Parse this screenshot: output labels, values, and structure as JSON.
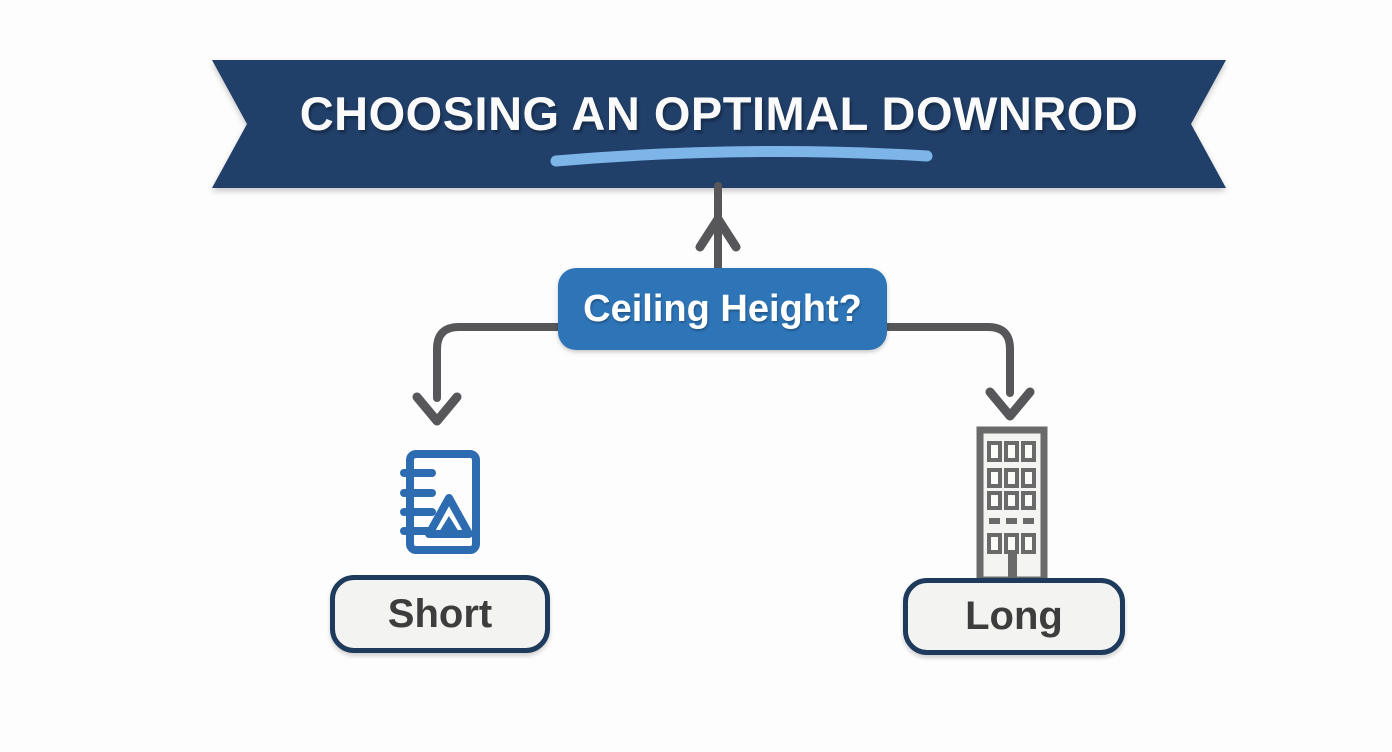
{
  "banner": {
    "title": "CHOOSING AN OPTIMAL DOWNROD"
  },
  "decision_node": {
    "label": "Ceiling Height?"
  },
  "branch_left": {
    "label": "Short",
    "icon": "ruler-warning-icon"
  },
  "branch_right": {
    "label": "Long",
    "icon": "tall-building-icon"
  },
  "colors": {
    "banner_navy": "#203f69",
    "decision_blue": "#2e75b8",
    "underline_light_blue": "#7db5e9",
    "connector_gray": "#57575a",
    "icon_blue": "#2d6cb1",
    "icon_gray": "#6a6a6a",
    "button_fill": "#f3f3f1",
    "button_border": "#1e3a5c",
    "button_text": "#3d3d3d"
  }
}
